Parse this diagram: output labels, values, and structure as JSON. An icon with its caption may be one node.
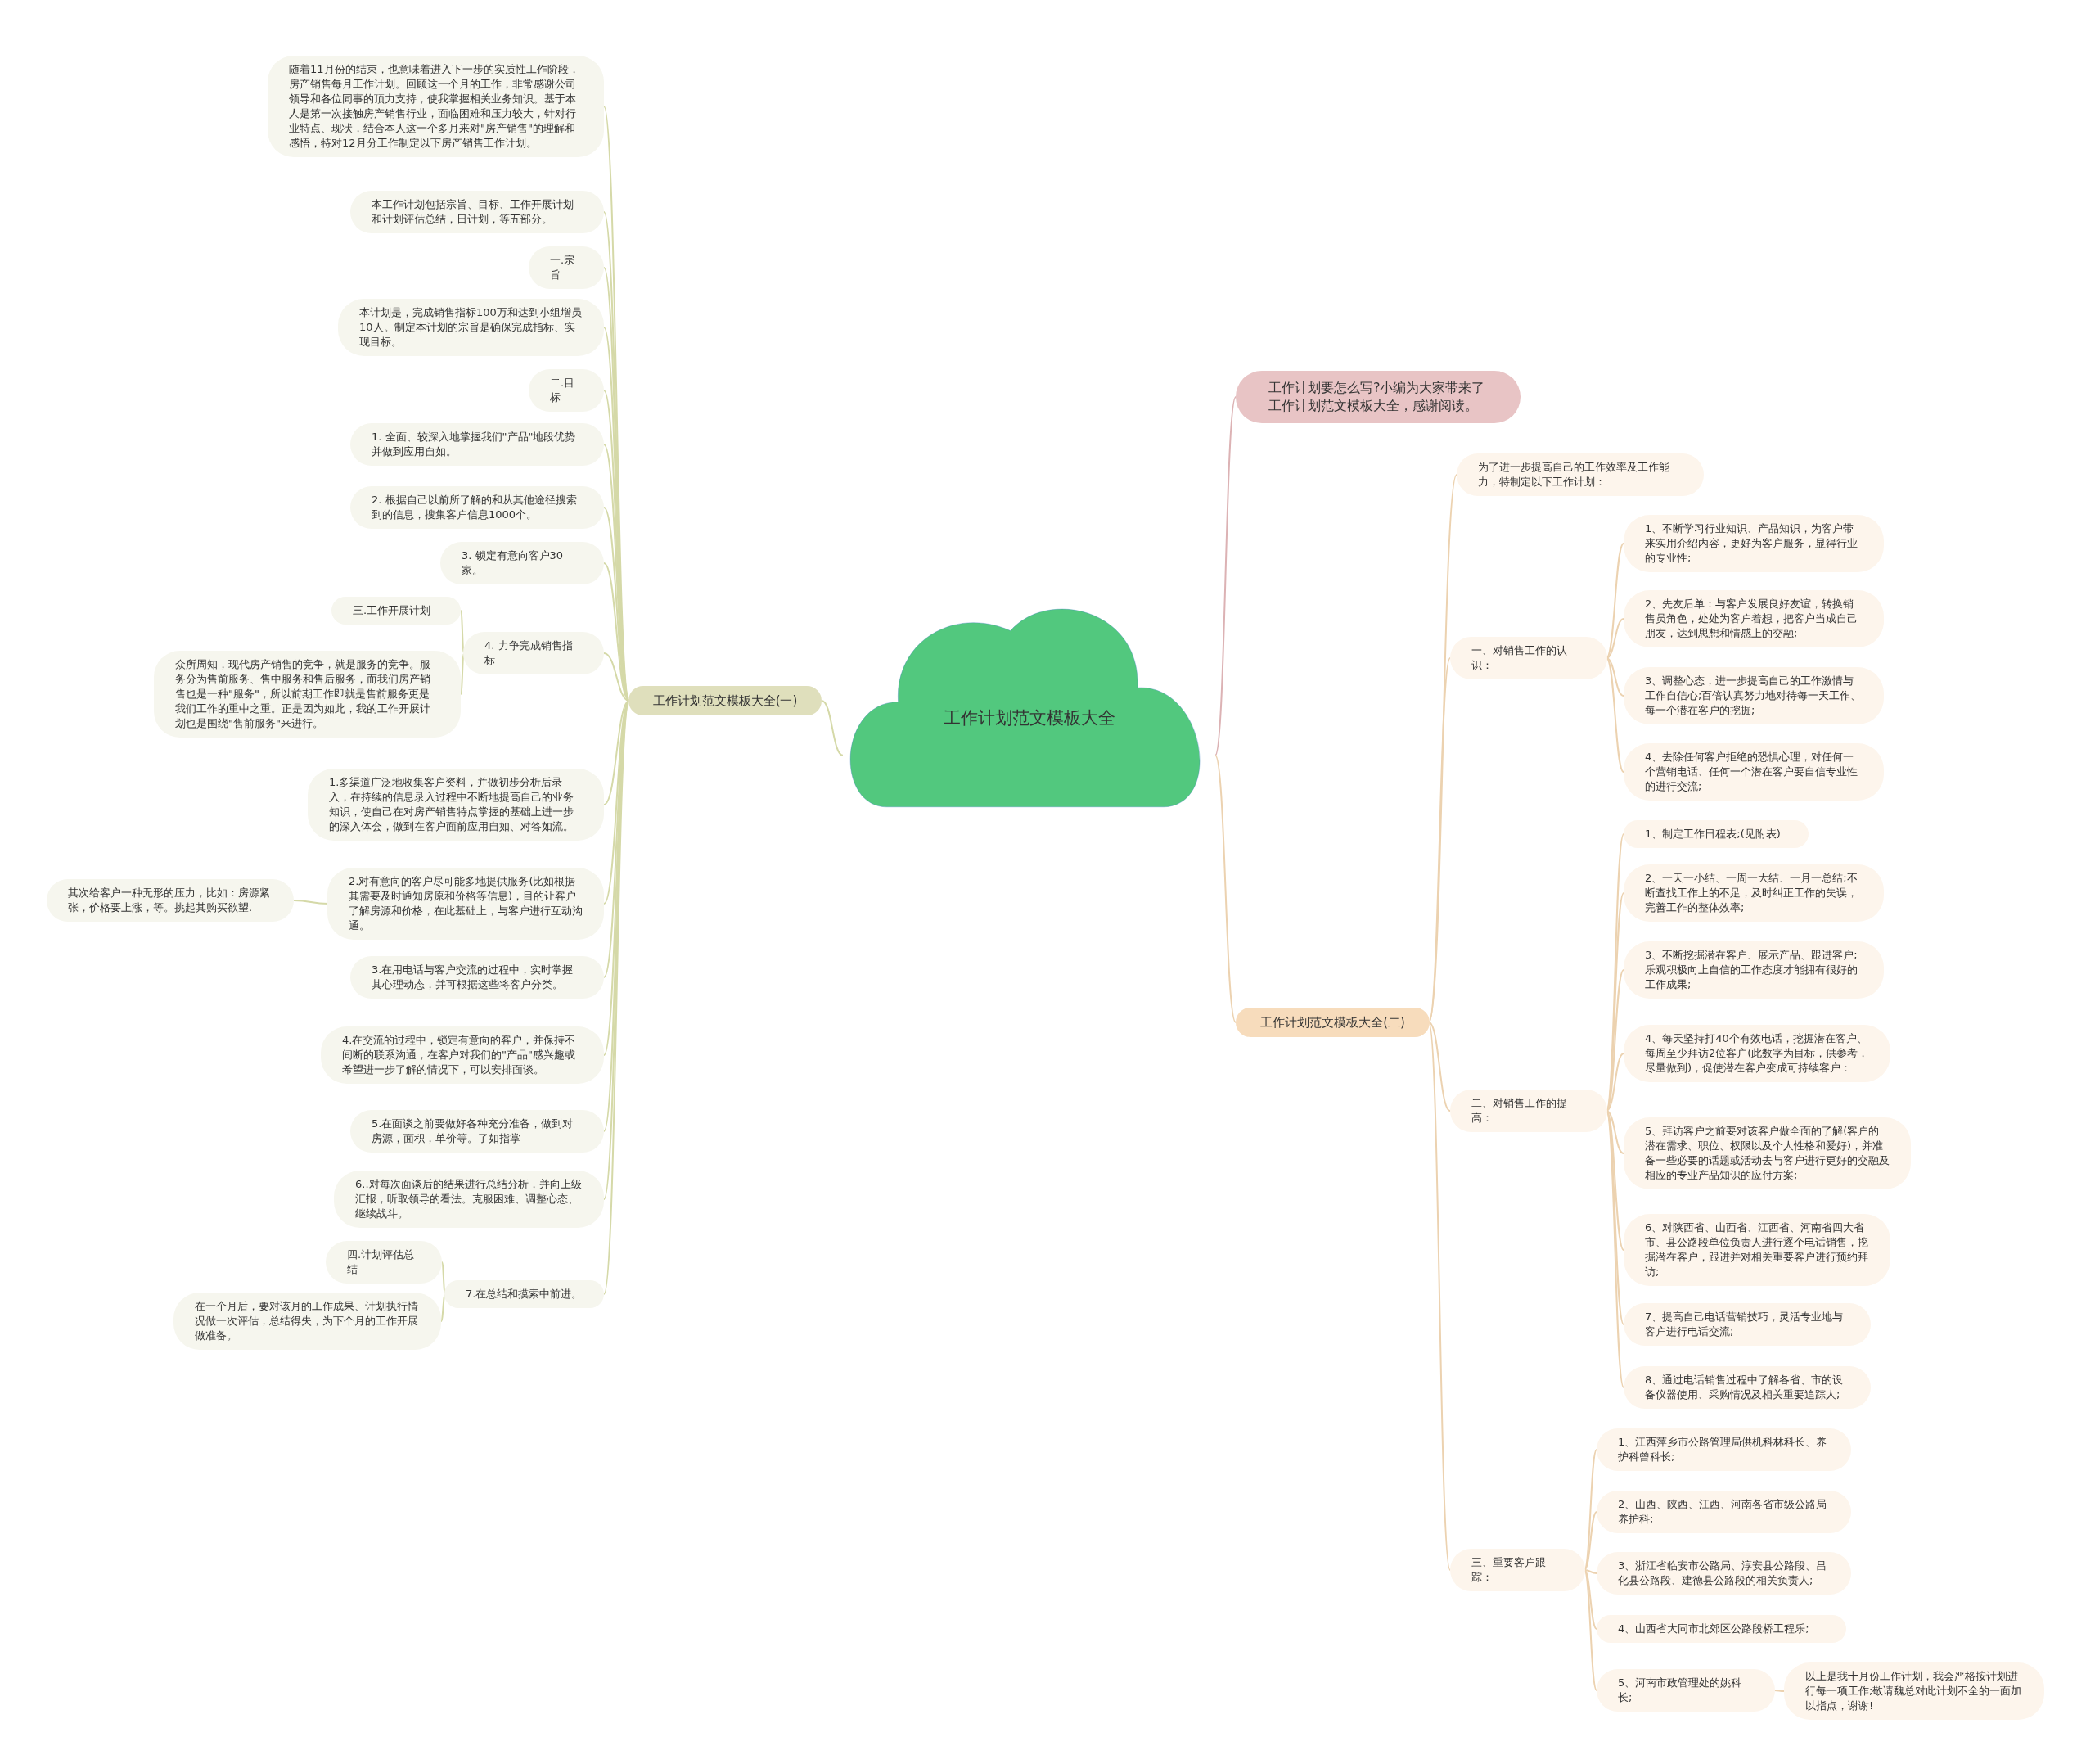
{
  "diagram": {
    "nodes": [
      {
        "text": [
          "工作计划范文模板大全"
        ]
      },
      {
        "text": [
          "工作计划范文模板大全(一)"
        ]
      },
      {
        "text": [
          "随着11月份的结束，也意味着进入下一步的实质性工作阶段，房产销售每月工作计划。回顾这一个月的工作，非常感谢公司领导和各位同事的顶力支持，使我掌握相关业务知识。基于本人是第一次接触房产销售行业，面临困难和压力较大，针对行业特点、现状，结合本人这一个多月来对\"房产销售\"的理解和感悟，特对12月分工作制定以下房产销售工作计划。"
        ]
      },
      {
        "text": [
          "本工作计划包括宗旨、目标、工作开展计划和计划评估总结，日计划，等五部分。"
        ]
      },
      {
        "text": [
          "一.宗旨"
        ]
      },
      {
        "text": [
          "本计划是，完成销售指标100万和达到小组增员10人。制定本计划的宗旨是确保完成指标、实现目标。"
        ]
      },
      {
        "text": [
          "二.目标"
        ]
      },
      {
        "text": [
          "1. 全面、较深入地掌握我们\"产品\"地段优势并做到应用自如。"
        ]
      },
      {
        "text": [
          "2. 根据自己以前所了解的和从其他途径搜索到的信息，搜集客户信息1000个。"
        ]
      },
      {
        "text": [
          "3. 锁定有意向客户30家。"
        ]
      },
      {
        "text": [
          "4. 力争完成销售指标"
        ]
      },
      {
        "text": [
          "三.工作开展计划"
        ]
      },
      {
        "text": [
          "众所周知，现代房产销售的竞争，就是服务的竞争。服务分为售前服务、售中服务和售后服务，而我们房产销售也是一种\"服务\"，所以前期工作即就是售前服务更是我们工作的重中之重。正是因为如此，我的工作开展计划也是围绕\"售前服务\"来进行。"
        ]
      },
      {
        "text": [
          "1.多渠道广泛地收集客户资料，并做初步分析后录入，在持续的信息录入过程中不断地提高自己的业务知识，使自己在对房产销售特点掌握的基础上进一步的深入体会，做到在客户面前应用自如、对答如流。"
        ]
      },
      {
        "text": [
          "2.对有意向的客户尽可能多地提供服务(比如根据其需要及时通知房原和价格等信息)，目的让客户了解房源和价格，在此基础上，与客户进行互动沟通。"
        ]
      },
      {
        "text": [
          "其次给客户一种无形的压力，比如：房源紧张，价格要上涨，等。挑起其购买欲望."
        ]
      },
      {
        "text": [
          "3.在用电话与客户交流的过程中，实时掌握其心理动态，并可根据这些将客户分类。"
        ]
      },
      {
        "text": [
          "4.在交流的过程中，锁定有意向的客户，并保持不间断的联系沟通，在客户对我们的\"产品\"感兴趣或希望进一步了解的情况下，可以安排面谈。"
        ]
      },
      {
        "text": [
          "5.在面谈之前要做好各种充分准备，做到对房源，面积，单价等。了如指掌"
        ]
      },
      {
        "text": [
          "6..对每次面谈后的结果进行总结分析，并向上级汇报，听取领导的看法。克服困难、调整心态、继续战斗。"
        ]
      },
      {
        "text": [
          "7.在总结和摸索中前进。"
        ]
      },
      {
        "text": [
          "四.计划评估总结"
        ]
      },
      {
        "text": [
          "在一个月后，要对该月的工作成果、计划执行情况做一次评估，总结得失，为下个月的工作开展做准备。"
        ]
      },
      {
        "text": [
          "工作计划要怎么写?小编为大家带来了工作计划范文模板大全，感谢阅读。"
        ]
      },
      {
        "text": [
          "工作计划范文模板大全(二)"
        ]
      },
      {
        "text": [
          "为了进一步提高自己的工作效率及工作能力，特制定以下工作计划："
        ]
      },
      {
        "text": [
          "一、对销售工作的认识："
        ]
      },
      {
        "text": [
          "1、不断学习行业知识、产品知识，为客户带来实用介绍内容，更好为客户服务，显得行业的专业性;"
        ]
      },
      {
        "text": [
          "2、先友后单：与客户发展良好友谊，转换销售员角色，处处为客户着想，把客户当成自己朋友，达到思想和情感上的交融;"
        ]
      },
      {
        "text": [
          "3、调整心态，进一步提高自己的工作激情与工作自信心;百倍认真努力地对待每一天工作、每一个潜在客户的挖掘;"
        ]
      },
      {
        "text": [
          "4、去除任何客户拒绝的恐惧心理，对任何一个营销电话、任何一个潜在客户要自信专业性的进行交流;"
        ]
      },
      {
        "text": [
          "二、对销售工作的提高："
        ]
      },
      {
        "text": [
          "1、制定工作日程表;(见附表)"
        ]
      },
      {
        "text": [
          "2、一天一小结、一周一大结、一月一总结;不断查找工作上的不足，及时纠正工作的失误，完善工作的整体效率;"
        ]
      },
      {
        "text": [
          "3、不断挖掘潜在客户、展示产品、跟进客户;乐观积极向上自信的工作态度才能拥有很好的工作成果;"
        ]
      },
      {
        "text": [
          "4、每天坚持打40个有效电话，挖掘潜在客户、每周至少拜访2位客户(此数字为目标，供参考，尽量做到)，促使潜在客户变成可持续客户："
        ]
      },
      {
        "text": [
          "5、拜访客户之前要对该客户做全面的了解(客户的潜在需求、职位、权限以及个人性格和爱好)，并准备一些必要的话题或活动去与客户进行更好的交融及相应的专业产品知识的应付方案;"
        ]
      },
      {
        "text": [
          "6、对陕西省、山西省、江西省、河南省四大省市、县公路段单位负责人进行逐个电话销售，挖掘潜在客户，跟进并对相关重要客户进行预约拜访;"
        ]
      },
      {
        "text": [
          "7、提高自己电话营销技巧，灵活专业地与客户进行电话交流;"
        ]
      },
      {
        "text": [
          "8、通过电话销售过程中了解各省、市的设备仪器使用、采购情况及相关重要追踪人;"
        ]
      },
      {
        "text": [
          "三、重要客户跟踪："
        ]
      },
      {
        "text": [
          "1、江西萍乡市公路管理局供机科林科长、养护科曾科长;"
        ]
      },
      {
        "text": [
          "2、山西、陕西、江西、河南各省市级公路局养护科;"
        ]
      },
      {
        "text": [
          "3、浙江省临安市公路局、淳安县公路段、昌化县公路段、建德县公路段的相关负责人;"
        ]
      },
      {
        "text": [
          "4、山西省大同市北郊区公路段桥工程乐;"
        ]
      },
      {
        "text": [
          "5、河南市政管理处的姚科长;"
        ]
      },
      {
        "text": [
          "以上是我十月份工作计划，我会严格按计划进行每一项工作;敬请魏总对此计划不全的一面加以指点，谢谢!"
        ]
      }
    ],
    "edges": [
      {
        "from": 0,
        "to": 1,
        "arrow": "none",
        "color": "#d5d9a8"
      },
      {
        "from": 1,
        "to": 2,
        "arrow": "none",
        "color": "#d5d9a8"
      },
      {
        "from": 1,
        "to": 3,
        "arrow": "none",
        "color": "#d5d9a8"
      },
      {
        "from": 1,
        "to": 4,
        "arrow": "none",
        "color": "#d5d9a8"
      },
      {
        "from": 1,
        "to": 5,
        "arrow": "none",
        "color": "#d5d9a8"
      },
      {
        "from": 1,
        "to": 6,
        "arrow": "none",
        "color": "#d5d9a8"
      },
      {
        "from": 1,
        "to": 7,
        "arrow": "none",
        "color": "#d5d9a8"
      },
      {
        "from": 1,
        "to": 8,
        "arrow": "none",
        "color": "#d5d9a8"
      },
      {
        "from": 1,
        "to": 9,
        "arrow": "none",
        "color": "#d5d9a8"
      },
      {
        "from": 1,
        "to": 10,
        "arrow": "none",
        "color": "#d5d9a8"
      },
      {
        "from": 10,
        "to": 11,
        "arrow": "none",
        "color": "#d5d9a8"
      },
      {
        "from": 10,
        "to": 12,
        "arrow": "none",
        "color": "#d5d9a8"
      },
      {
        "from": 1,
        "to": 13,
        "arrow": "none",
        "color": "#d5d9a8"
      },
      {
        "from": 1,
        "to": 14,
        "arrow": "none",
        "color": "#d5d9a8"
      },
      {
        "from": 14,
        "to": 15,
        "arrow": "none",
        "color": "#d5d9a8"
      },
      {
        "from": 1,
        "to": 16,
        "arrow": "none",
        "color": "#d5d9a8"
      },
      {
        "from": 1,
        "to": 17,
        "arrow": "none",
        "color": "#d5d9a8"
      },
      {
        "from": 1,
        "to": 18,
        "arrow": "none",
        "color": "#d5d9a8"
      },
      {
        "from": 1,
        "to": 19,
        "arrow": "none",
        "color": "#d5d9a8"
      },
      {
        "from": 1,
        "to": 20,
        "arrow": "none",
        "color": "#d5d9a8"
      },
      {
        "from": 20,
        "to": 21,
        "arrow": "none",
        "color": "#d5d9a8"
      },
      {
        "from": 20,
        "to": 22,
        "arrow": "none",
        "color": "#d5d9a8"
      },
      {
        "from": 0,
        "to": 23,
        "arrow": "none",
        "color": "#dcb2b4"
      },
      {
        "from": 0,
        "to": 24,
        "arrow": "none"
      },
      {
        "from": 24,
        "to": 25,
        "arrow": "none"
      },
      {
        "from": 24,
        "to": 26,
        "arrow": "none"
      },
      {
        "from": 26,
        "to": 27,
        "arrow": "none"
      },
      {
        "from": 26,
        "to": 28,
        "arrow": "none"
      },
      {
        "from": 26,
        "to": 29,
        "arrow": "none"
      },
      {
        "from": 26,
        "to": 30,
        "arrow": "none"
      },
      {
        "from": 24,
        "to": 31,
        "arrow": "none"
      },
      {
        "from": 31,
        "to": 32,
        "arrow": "none"
      },
      {
        "from": 31,
        "to": 33,
        "arrow": "none"
      },
      {
        "from": 31,
        "to": 34,
        "arrow": "none"
      },
      {
        "from": 31,
        "to": 35,
        "arrow": "none"
      },
      {
        "from": 31,
        "to": 36,
        "arrow": "none"
      },
      {
        "from": 31,
        "to": 37,
        "arrow": "none"
      },
      {
        "from": 31,
        "to": 38,
        "arrow": "none"
      },
      {
        "from": 31,
        "to": 39,
        "arrow": "none"
      },
      {
        "from": 24,
        "to": 40,
        "arrow": "none"
      },
      {
        "from": 40,
        "to": 41,
        "arrow": "none"
      },
      {
        "from": 40,
        "to": 42,
        "arrow": "none"
      },
      {
        "from": 40,
        "to": 43,
        "arrow": "none"
      },
      {
        "from": 40,
        "to": 44,
        "arrow": "none"
      },
      {
        "from": 40,
        "to": 45,
        "arrow": "none"
      },
      {
        "from": 45,
        "to": 46,
        "arrow": "none"
      }
    ]
  }
}
